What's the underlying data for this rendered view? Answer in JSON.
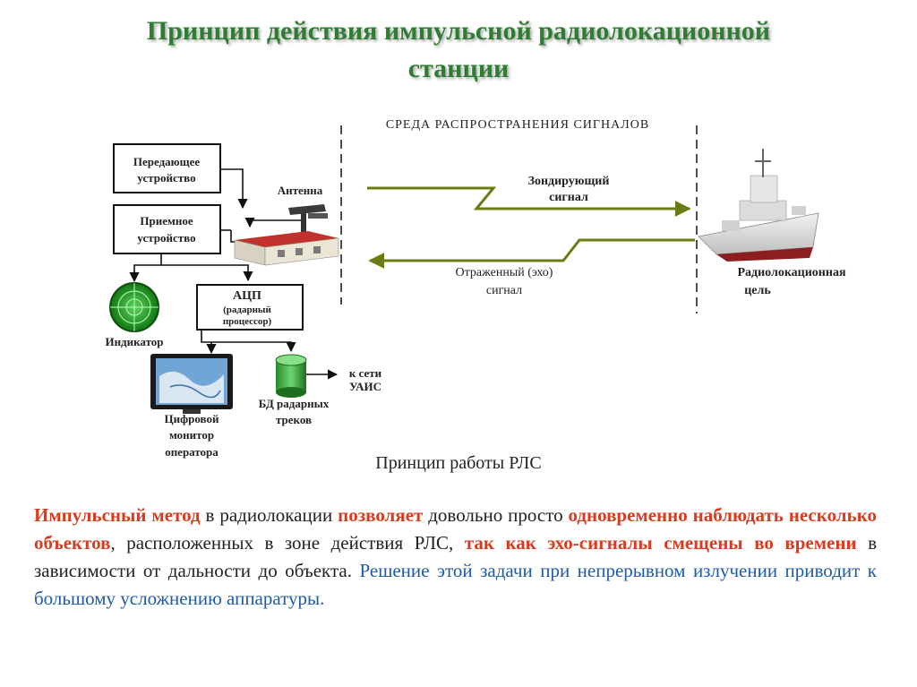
{
  "title": {
    "line1": "Принцип действия импульсной радиолокационной",
    "line2": "станции"
  },
  "diagram": {
    "medium_label": "СРЕДА РАСПРОСТРАНЕНИЯ СИГНАЛОВ",
    "transmitter": [
      "Передающее",
      "устройство"
    ],
    "receiver": [
      "Приемное",
      "устройство"
    ],
    "antenna": "Антенна",
    "adc": [
      "АЦП",
      "(радарный",
      "процессор)"
    ],
    "indicator": "Индикатор",
    "monitor": [
      "Цифровой",
      "монитор",
      "оператора"
    ],
    "db": [
      "БД радарных",
      "треков"
    ],
    "network": [
      "к сети",
      "УАИС"
    ],
    "probe_signal": [
      "Зондирующий",
      "сигнал"
    ],
    "echo_signal": [
      "Отраженный (эхо)",
      "сигнал"
    ],
    "target": [
      "Радиолокационная",
      "цель"
    ],
    "colors": {
      "arrow": "#6b7d12",
      "title": "#2e7d32",
      "highlight": "#d83c1e",
      "blue": "#1e5aa8"
    }
  },
  "caption": "Принцип работы РЛС",
  "paragraph": [
    {
      "style": "red",
      "text": "Импульсный метод"
    },
    {
      "style": "plain",
      "text": " в радиолокации "
    },
    {
      "style": "red",
      "text": "позволяет"
    },
    {
      "style": "plain",
      "text": " довольно просто "
    },
    {
      "style": "red",
      "text": "одновременно наблюдать несколько объектов"
    },
    {
      "style": "plain",
      "text": ", расположенных в зоне действия РЛС, "
    },
    {
      "style": "red",
      "text": "так как эхо-сигналы смещены во времени"
    },
    {
      "style": "plain",
      "text": " в зависимости от дальности до объекта. "
    },
    {
      "style": "blue",
      "text": "Решение этой задачи при непрерывном излучении приводит к большому усложнению аппаратуры."
    }
  ]
}
